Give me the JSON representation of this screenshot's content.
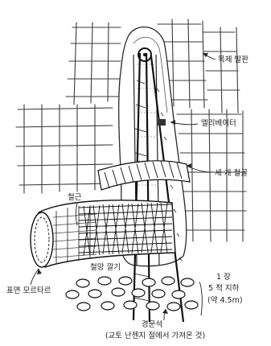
{
  "labels": {
    "wooden_scaffold": "목제 발판",
    "elevator": "엘리베이터",
    "three_steel": "세 개 철골",
    "rebar": "철근",
    "wire_mesh": "철망 깔기",
    "surface_mortar": "표면 모르타르",
    "depth_line1": "1 장",
    "depth_line2": "5 척 지하",
    "depth_line3": "(약 4.5m)"
  },
  "caption": {
    "title": "경문석",
    "subtitle": "(교토 난젠지 절에서 가져온 것)"
  }
}
